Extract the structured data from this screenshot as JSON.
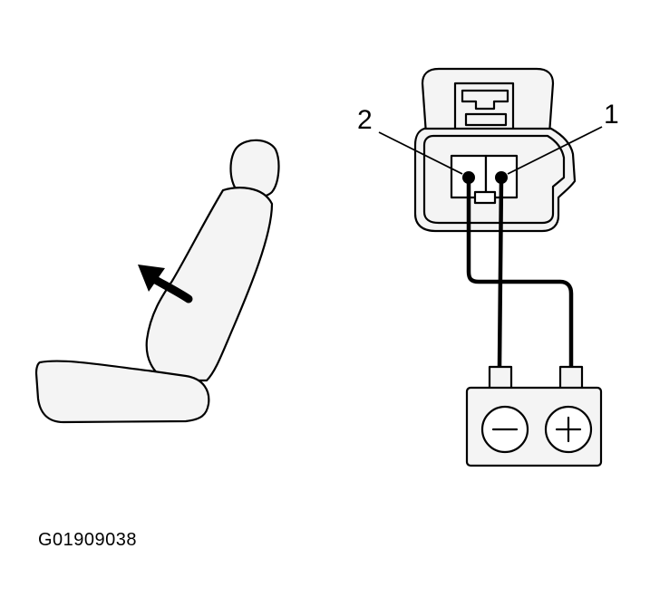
{
  "terminal_labels": [
    "1",
    "2"
  ],
  "figure_code": "G01909038"
}
